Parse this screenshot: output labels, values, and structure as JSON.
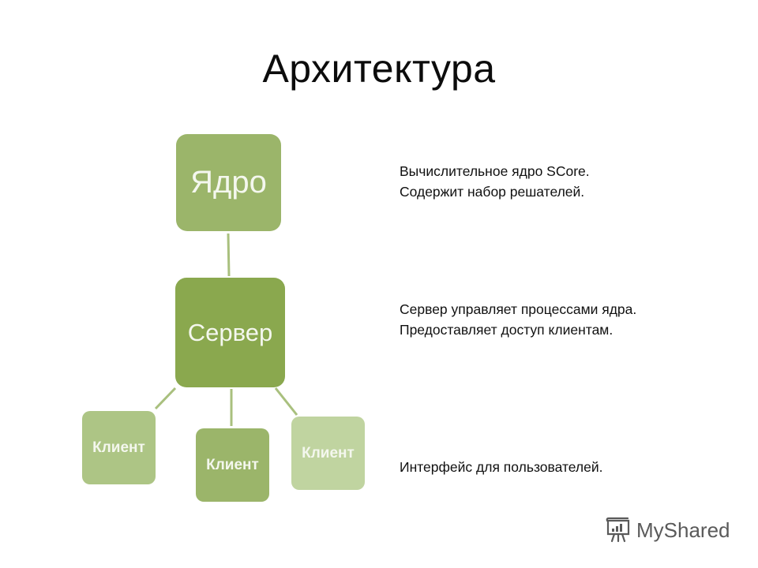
{
  "slide": {
    "title": "Архитектура"
  },
  "diagram": {
    "nodes": [
      {
        "id": "core",
        "label": "Ядро",
        "color": "#9bb56a"
      },
      {
        "id": "server",
        "label": "Сервер",
        "color": "#8aa84e"
      },
      {
        "id": "client1",
        "label": "Клиент",
        "color": "#adc585"
      },
      {
        "id": "client2",
        "label": "Клиент",
        "color": "#9bb56a"
      },
      {
        "id": "client3",
        "label": "Клиент",
        "color": "#c0d4a0"
      }
    ],
    "edges": [
      {
        "from": "core",
        "to": "server"
      },
      {
        "from": "server",
        "to": "client1"
      },
      {
        "from": "server",
        "to": "client2"
      },
      {
        "from": "server",
        "to": "client3"
      }
    ],
    "connector_color": "#a9c07e"
  },
  "descriptions": [
    {
      "lines": [
        "Вычислительное ядро SCore.",
        "Содержит набор решателей."
      ]
    },
    {
      "lines": [
        "Сервер управляет процессами ядра.",
        "Предоставляет доступ клиентам."
      ]
    },
    {
      "lines": [
        "Интерфейс для пользователей."
      ]
    }
  ],
  "watermark": {
    "icon": "presentation-board-icon",
    "text": "MyShared"
  }
}
